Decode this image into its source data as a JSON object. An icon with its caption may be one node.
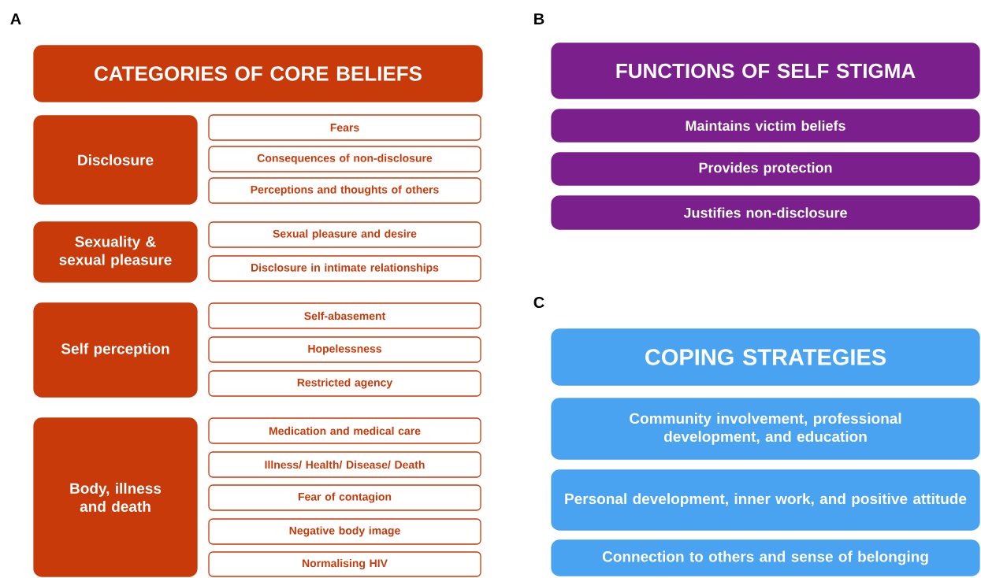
{
  "diagram": {
    "nodes": [
      {
        "text": [
          "CATEGORIES OF CORE BELIEFS"
        ]
      },
      {
        "text": [
          "Disclosure"
        ]
      },
      {
        "text": [
          "Fears"
        ]
      },
      {
        "text": [
          "Consequences of non-disclosure"
        ]
      },
      {
        "text": [
          "Perceptions and thoughts of others"
        ]
      },
      {
        "text": [
          "Sexuality & sexual pleasure"
        ]
      },
      {
        "text": [
          "Sexual pleasure and desire"
        ]
      },
      {
        "text": [
          "Disclosure in intimate relationships"
        ]
      },
      {
        "text": [
          "Self perception"
        ]
      },
      {
        "text": [
          "Self-abasement"
        ]
      },
      {
        "text": [
          "Hopelessness"
        ]
      },
      {
        "text": [
          "Restricted agency"
        ]
      },
      {
        "text": [
          "Body, illness and death"
        ]
      },
      {
        "text": [
          "Medication and medical care"
        ]
      },
      {
        "text": [
          "Illness/ Health/ Disease/ Death"
        ]
      },
      {
        "text": [
          "Fear of contagion"
        ]
      },
      {
        "text": [
          "Negative body image"
        ]
      },
      {
        "text": [
          "Normalising HIV"
        ]
      },
      {
        "text": [
          "FUNCTIONS OF SELF STIGMA"
        ]
      },
      {
        "text": [
          "Maintains victim beliefs"
        ]
      },
      {
        "text": [
          "Provides protection"
        ]
      },
      {
        "text": [
          "Justifies non-disclosure"
        ]
      },
      {
        "text": [
          "COPING STRATEGIES"
        ]
      },
      {
        "text": [
          "Community involvement, professional development, and education"
        ]
      },
      {
        "text": [
          "Personal development, inner work, and positive attitude"
        ]
      },
      {
        "text": [
          "Connection to others and sense of belonging"
        ]
      }
    ],
    "labels": [
      "A",
      "B",
      "C"
    ]
  }
}
